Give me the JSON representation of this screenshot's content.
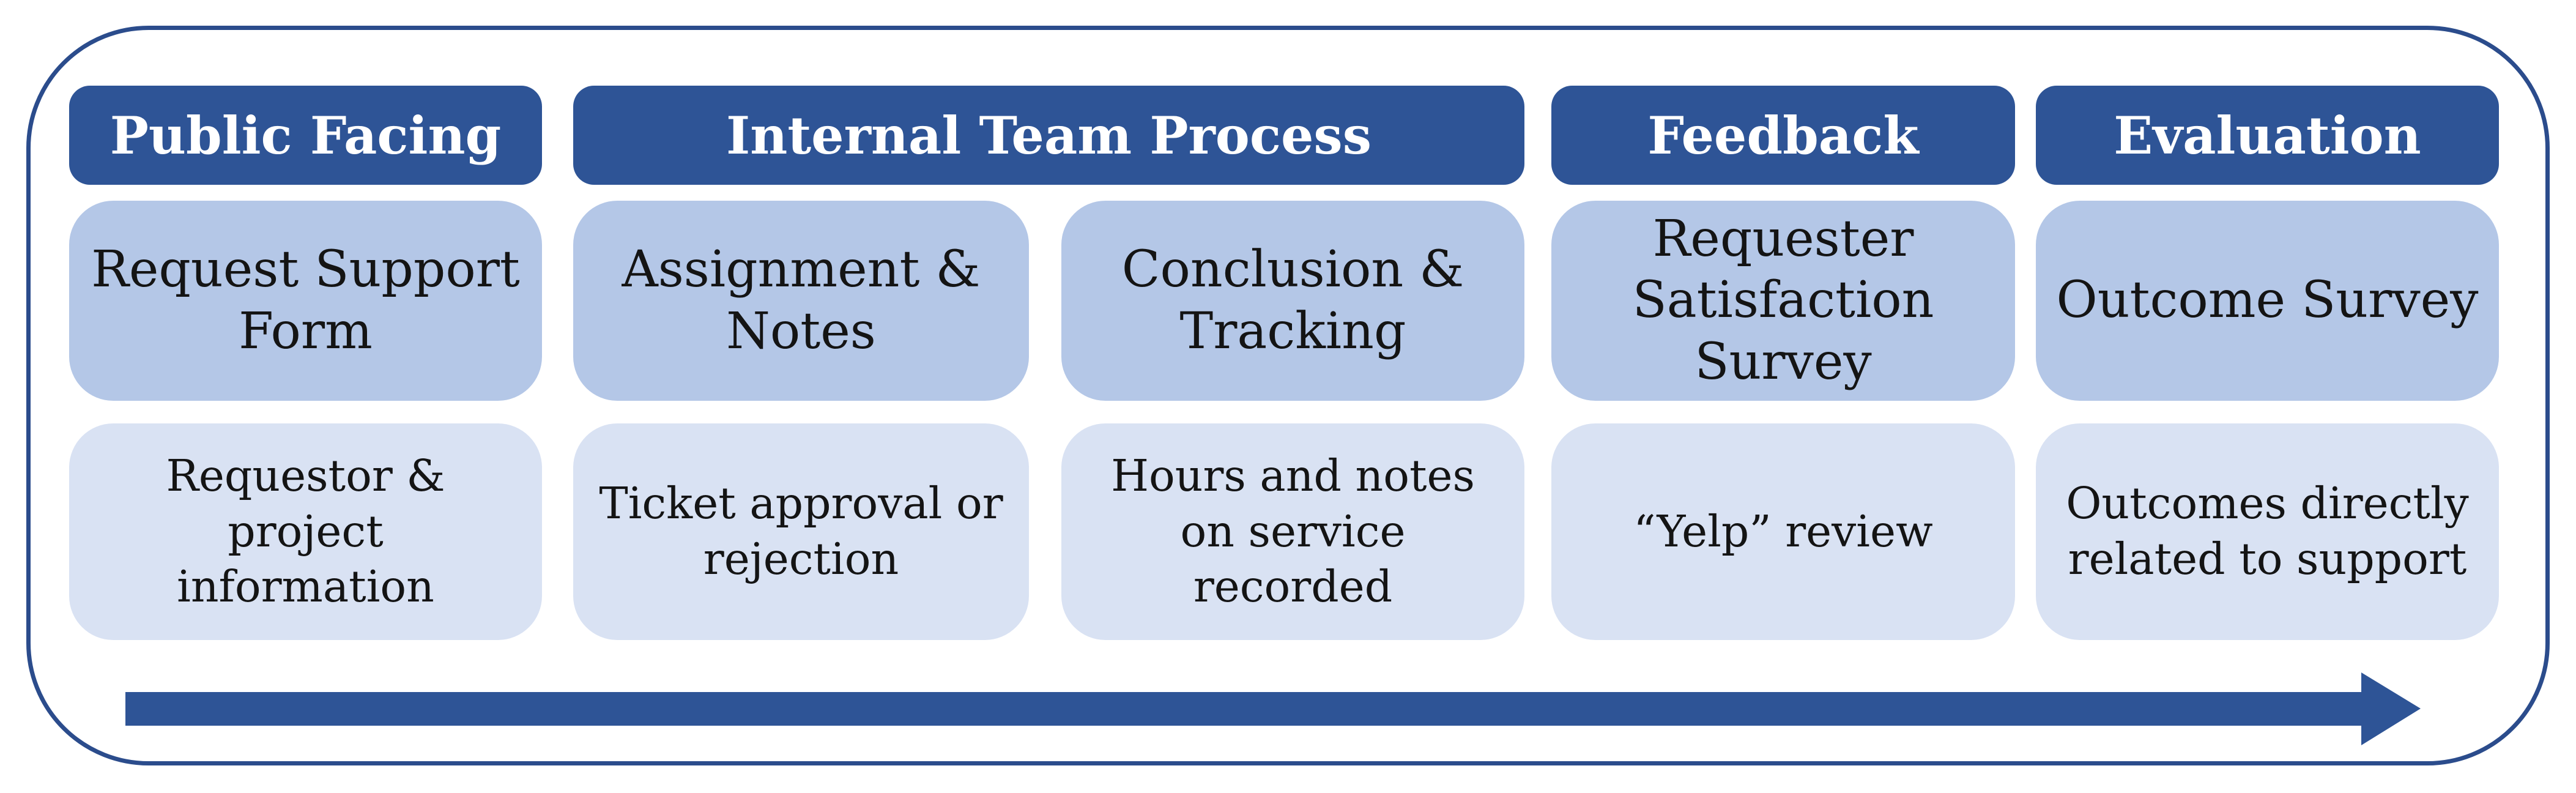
{
  "colors": {
    "header_bg": "#2E5496",
    "step_bg": "#B4C7E7",
    "detail_bg": "#D9E2F3",
    "frame_border": "#2B4C8C",
    "arrow": "#2E5496",
    "header_text": "#FFFFFF",
    "body_text": "#141414"
  },
  "columns": [
    {
      "header": "Public Facing",
      "steps": [
        {
          "title": "Request Support\nForm",
          "detail": "Requestor &\nproject\ninformation"
        }
      ]
    },
    {
      "header": "Internal Team Process",
      "steps": [
        {
          "title": "Assignment &\nNotes",
          "detail": "Ticket approval or\nrejection"
        },
        {
          "title": "Conclusion &\nTracking",
          "detail": "Hours and notes\non service\nrecorded"
        }
      ]
    },
    {
      "header": "Feedback",
      "steps": [
        {
          "title": "Requester\nSatisfaction\nSurvey",
          "detail": "“Yelp” review"
        }
      ]
    },
    {
      "header": "Evaluation",
      "steps": [
        {
          "title": "Outcome Survey",
          "detail": "Outcomes directly\nrelated to support"
        }
      ]
    }
  ],
  "arrow": {
    "direction": "right"
  }
}
